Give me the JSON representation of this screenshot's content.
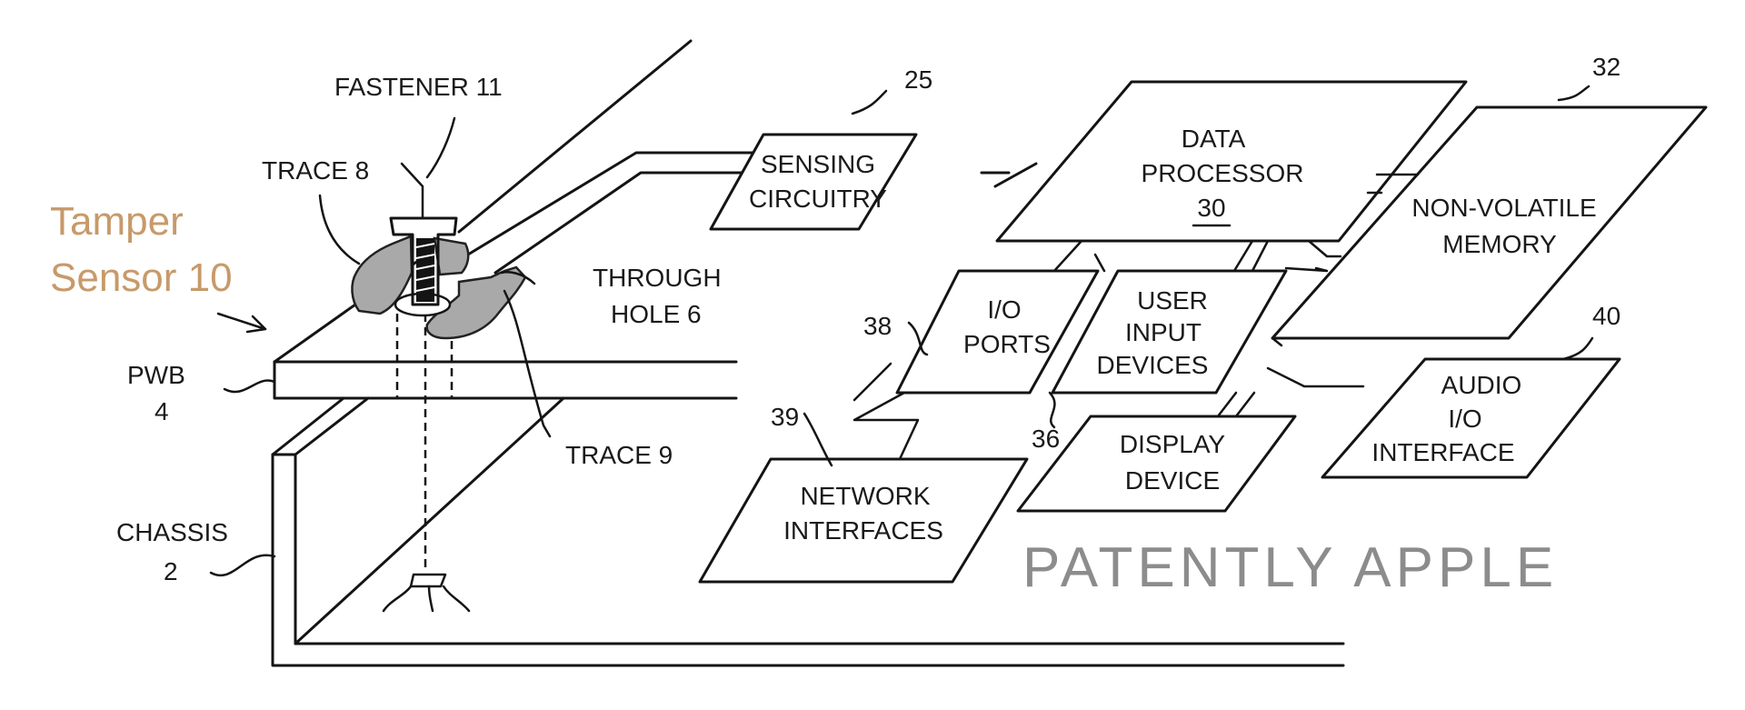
{
  "colors": {
    "line": "#141414",
    "tamper_text": "#c79a6a",
    "watermark_text": "#8c8c8c",
    "pad_fill": "#a9a9a9"
  },
  "callouts": {
    "tamper": [
      "Tamper",
      "Sensor 10"
    ],
    "fastener": "FASTENER 11",
    "trace8": "TRACE 8",
    "through_hole": [
      "THROUGH",
      "HOLE 6"
    ],
    "pwb": [
      "PWB",
      "4"
    ],
    "trace9": "TRACE 9",
    "chassis": [
      "CHASSIS",
      "2"
    ]
  },
  "blocks": {
    "sensing": {
      "ref": "25",
      "lines": [
        "SENSING",
        "CIRCUITRY"
      ]
    },
    "processor": {
      "lines": [
        "DATA",
        "PROCESSOR"
      ],
      "ref": "30"
    },
    "memory": {
      "ref": "32",
      "lines": [
        "NON-VOLATILE",
        "MEMORY"
      ]
    },
    "io_ports": {
      "ref": "38",
      "lines": [
        "I/O",
        "PORTS"
      ]
    },
    "user_input": {
      "lines": [
        "USER",
        "INPUT",
        "DEVICES"
      ]
    },
    "audio": {
      "ref": "40",
      "lines": [
        "AUDIO",
        "I/O",
        "INTERFACE"
      ]
    },
    "network": {
      "ref": "39",
      "lines": [
        "NETWORK",
        "INTERFACES"
      ]
    },
    "display": {
      "ref": "36",
      "lines": [
        "DISPLAY",
        "DEVICE"
      ]
    }
  },
  "watermark": "PATENTLY APPLE"
}
